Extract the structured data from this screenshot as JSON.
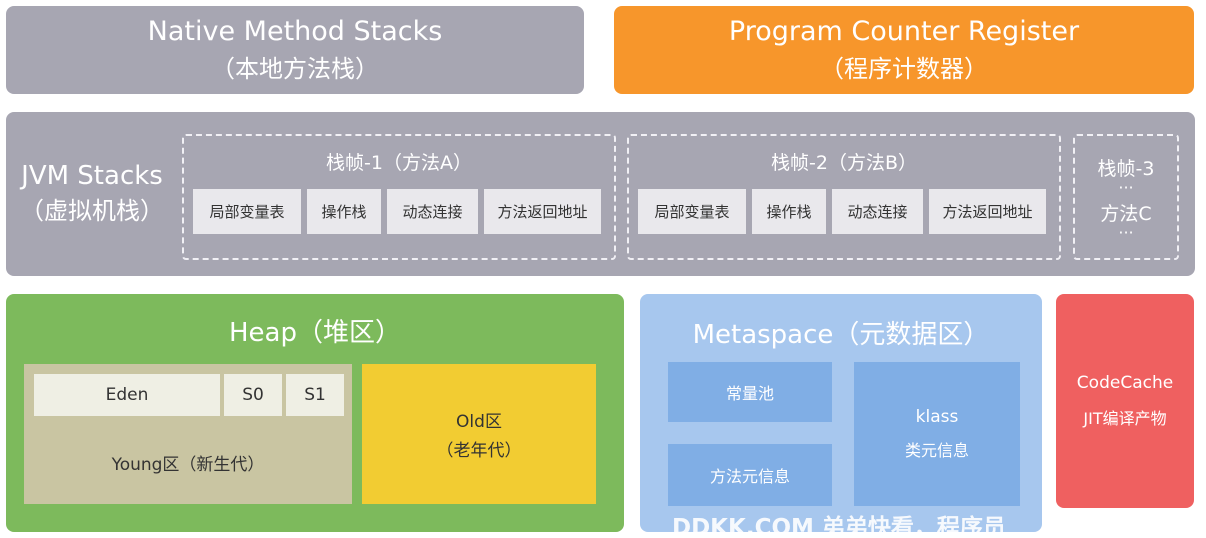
{
  "native_stacks": {
    "title": "Native Method Stacks",
    "subtitle": "（本地方法栈）"
  },
  "pc_register": {
    "title": "Program Counter Register",
    "subtitle": "（程序计数器）"
  },
  "jvm_stacks": {
    "title": "JVM Stacks",
    "subtitle": "（虚拟机栈）",
    "frame1": {
      "title": "栈帧-1（方法A）",
      "cells": [
        "局部变量表",
        "操作栈",
        "动态连接",
        "方法返回地址"
      ]
    },
    "frame2": {
      "title": "栈帧-2（方法B）",
      "cells": [
        "局部变量表",
        "操作栈",
        "动态连接",
        "方法返回地址"
      ]
    },
    "frame3": {
      "title": "栈帧-3",
      "dots1": "···",
      "method": "方法C",
      "dots2": "···"
    }
  },
  "heap": {
    "title": "Heap（堆区）",
    "eden": "Eden",
    "s0": "S0",
    "s1": "S1",
    "young": "Young区（新生代）",
    "old_title": "Old区",
    "old_subtitle": "（老年代）"
  },
  "metaspace": {
    "title": "Metaspace（元数据区）",
    "constant_pool": "常量池",
    "method_meta": "方法元信息",
    "klass": "klass",
    "klass_meta": "类元信息"
  },
  "codecache": {
    "title": "CodeCache",
    "subtitle": "JIT编译产物"
  },
  "watermark": "DDKK.COM 弟弟快看，程序员"
}
